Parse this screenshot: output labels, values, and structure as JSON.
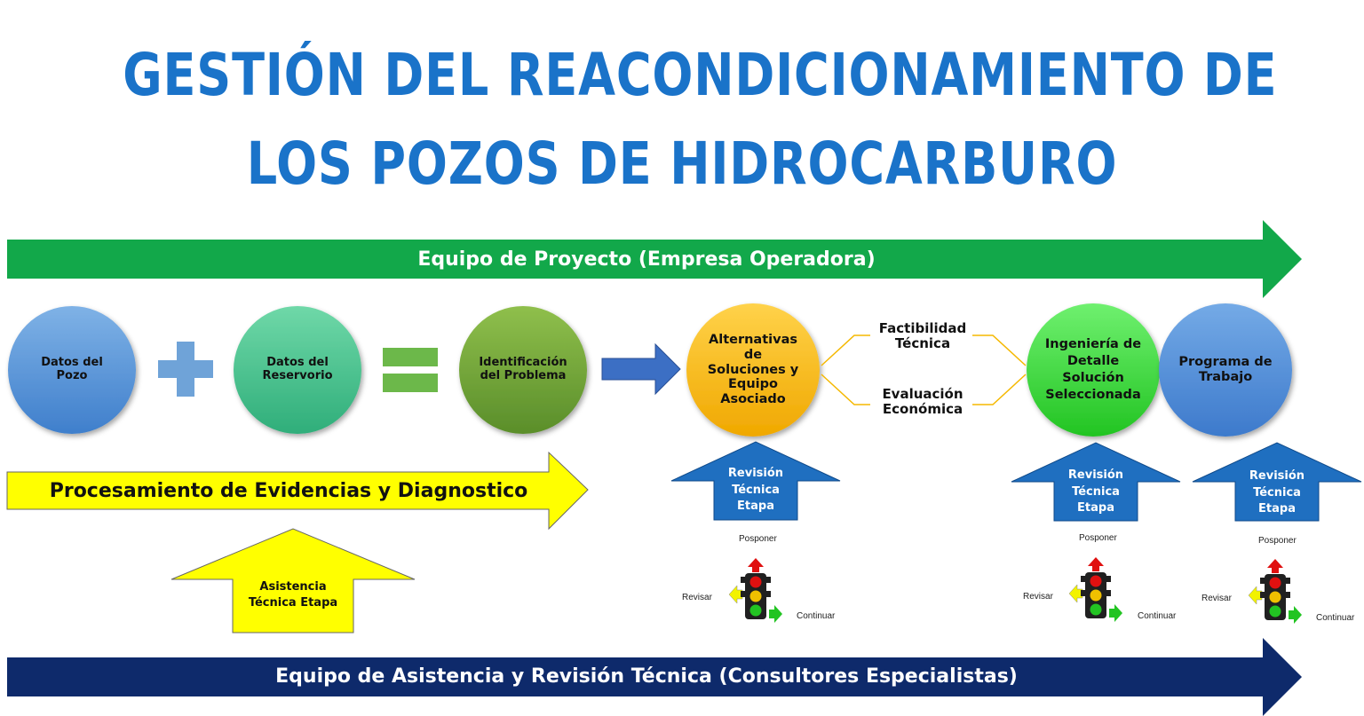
{
  "title": {
    "line1": "GESTIÓN DEL REACONDICIONAMIENTO DE",
    "line2": "LOS POZOS DE HIDROCARBURO"
  },
  "arrows": {
    "top_team": "Equipo de Proyecto (Empresa Operadora)",
    "bottom_team": "Equipo de Asistencia y Revisión Técnica (Consultores Especialistas)",
    "processing": "Procesamiento de Evidencias y Diagnostico",
    "assistance": "Asistencia Técnica Etapa"
  },
  "nodes": {
    "datos_pozo": "Datos del Pozo",
    "datos_reservorio": "Datos del Reservorio",
    "identificacion": "Identificación del Problema",
    "alternativas": "Alternativas de Soluciones y Equipo Asociado",
    "ingenieria": "Ingeniería de Detalle Solución Seleccionada",
    "programa": "Programa de Trabajo"
  },
  "branches": {
    "factibilidad": "Factibilidad Técnica",
    "evaluacion": "Evaluación Económica"
  },
  "reviews": [
    {
      "label": "Revisión Técnica Etapa",
      "up": "Posponer",
      "left": "Revisar",
      "right": "Continuar"
    },
    {
      "label": "Revisión Técnica Etapa",
      "up": "Posponer",
      "left": "Revisar",
      "right": "Continuar"
    },
    {
      "label": "Revisión Técnica Etapa",
      "up": "Posponer",
      "left": "Revisar",
      "right": "Continuar"
    }
  ],
  "colors": {
    "title": "#1a73c9",
    "green_arrow": "#12a84a",
    "navy_arrow": "#0e2a6b",
    "yellow_arrow": "#ffff00",
    "review_arrow": "#1f6fc0"
  }
}
